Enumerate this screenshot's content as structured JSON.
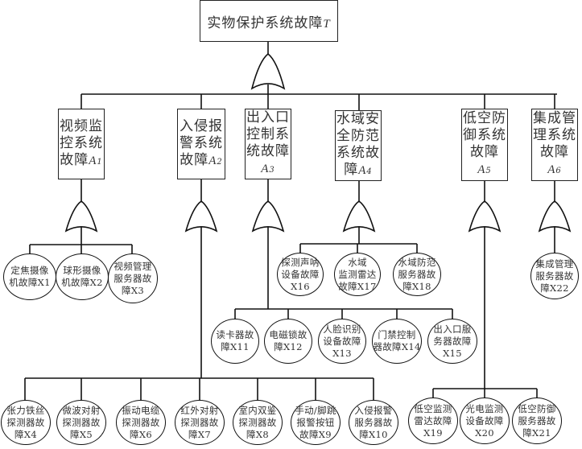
{
  "top_event": {
    "label": "实物保护系统故障",
    "symbol": "T"
  },
  "subsystems": [
    {
      "id": "A1",
      "label": "视频监\n控系统\n故障",
      "symbol": "A",
      "index": "1",
      "basic_events": [
        {
          "id": "X1",
          "label": "定焦摄像\n机故障X1"
        },
        {
          "id": "X2",
          "label": "球形摄像\n机故障X2"
        },
        {
          "id": "X3",
          "label": "视频管理\n服务器故\n障X3"
        }
      ]
    },
    {
      "id": "A2",
      "label": "入侵报\n警系统\n故障",
      "symbol": "A",
      "index": "2",
      "basic_events": [
        {
          "id": "X4",
          "label": "张力铁丝\n探测器故\n障X4"
        },
        {
          "id": "X5",
          "label": "微波对射\n探测器故\n障X5"
        },
        {
          "id": "X6",
          "label": "振动电缆\n探测器故\n障X6"
        },
        {
          "id": "X7",
          "label": "红外对射\n探测器故\n障X7"
        },
        {
          "id": "X8",
          "label": "室内双鉴\n探测器故\n障X8"
        },
        {
          "id": "X9",
          "label": "手动/脚跳\n报警按钮\n故障X9"
        },
        {
          "id": "X10",
          "label": "入侵报警\n服务器故\n障X10"
        }
      ]
    },
    {
      "id": "A3",
      "label": "出入口\n控制系\n统故障\n",
      "symbol": "A",
      "index": "3",
      "basic_events": [
        {
          "id": "X11",
          "label": "读卡器故\n障X11"
        },
        {
          "id": "X12",
          "label": "电磁锁故\n障X12"
        },
        {
          "id": "X13",
          "label": "人脸识别\n设备故障\nX13"
        },
        {
          "id": "X14",
          "label": "门禁控制\n器故障X14"
        },
        {
          "id": "X15",
          "label": "出入口服\n务器故障\nX15"
        }
      ]
    },
    {
      "id": "A4",
      "label": "水域安\n全防范\n系统故\n障",
      "symbol": "A",
      "index": "4",
      "basic_events": [
        {
          "id": "X16",
          "label": "探测声呐\n设备故障\nX16"
        },
        {
          "id": "X17",
          "label": "水域\n监测雷达\n故障X17"
        },
        {
          "id": "X18",
          "label": "水域防范\n服务器故\n障X18"
        }
      ]
    },
    {
      "id": "A5",
      "label": "低空防\n御系统\n故障\n",
      "symbol": "A",
      "index": "5",
      "basic_events": [
        {
          "id": "X19",
          "label": "低空监测\n雷达故障\nX19"
        },
        {
          "id": "X20",
          "label": "光电监测\n设备故障\nX20"
        },
        {
          "id": "X21",
          "label": "低空防御\n服务器故\n障X21"
        }
      ]
    },
    {
      "id": "A6",
      "label": "集成管\n理系统\n故障\n",
      "symbol": "A",
      "index": "6",
      "basic_events": [
        {
          "id": "X22",
          "label": "集成管理\n服务器故\n障X22"
        }
      ]
    }
  ],
  "gate_type": "OR",
  "colors": {
    "line": "#111111",
    "background": "#ffffff"
  }
}
